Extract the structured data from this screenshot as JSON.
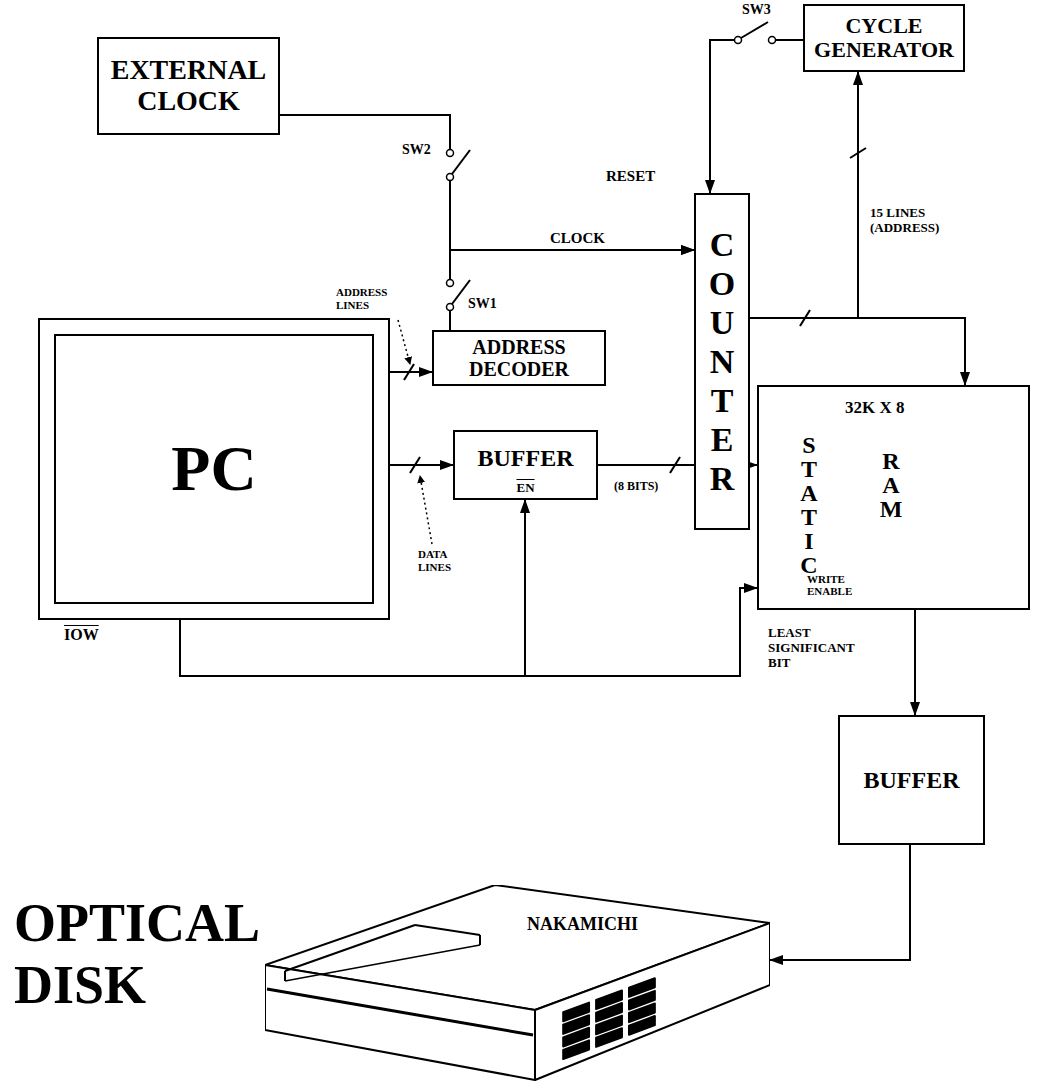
{
  "diagram": {
    "nodes": [
      {
        "text": [
          "EXTERNAL CLOCK"
        ]
      },
      {
        "text": [
          "CYCLE GENERATOR"
        ]
      },
      {
        "text": [
          "COUNTER"
        ]
      },
      {
        "text": [
          "PC"
        ]
      },
      {
        "text": [
          "ADDRESS DECODER"
        ]
      },
      {
        "text": [
          "BUFFER",
          "EN"
        ]
      },
      {
        "text": [
          "32K X 8",
          "STATIC",
          "RAM",
          "WRITE ENABLE"
        ]
      },
      {
        "text": [
          "BUFFER"
        ]
      },
      {
        "text": [
          "NAKAMICHI"
        ]
      }
    ],
    "edges": [
      {
        "from": 0,
        "to": 2,
        "arrow": "to",
        "label": "CLOCK"
      },
      {
        "from": 4,
        "to": 2,
        "arrow": "to"
      },
      {
        "from": 1,
        "to": 2,
        "arrow": "to",
        "label": "RESET"
      },
      {
        "from": 2,
        "to": 1,
        "arrow": "to"
      },
      {
        "from": 2,
        "to": 6,
        "arrow": "to"
      },
      {
        "from": 3,
        "to": 4,
        "arrow": "to"
      },
      {
        "from": 3,
        "to": 5,
        "arrow": "to"
      },
      {
        "from": 5,
        "to": 6,
        "arrow": "to",
        "label": "(8 BITS)"
      },
      {
        "from": 3,
        "to": 5,
        "arrow": "to"
      },
      {
        "from": 3,
        "to": 6,
        "arrow": "to"
      },
      {
        "from": 6,
        "to": 7,
        "arrow": "to"
      },
      {
        "from": 7,
        "to": 8,
        "arrow": "to"
      }
    ],
    "labels": [
      "SW2",
      "SW1",
      "SW3",
      "ADDRESS LINES",
      "DATA LINES",
      "IOW",
      "15 LINES (ADDRESS)",
      "LEAST SIGNIFICANT BIT",
      "OPTICAL DISK"
    ]
  }
}
